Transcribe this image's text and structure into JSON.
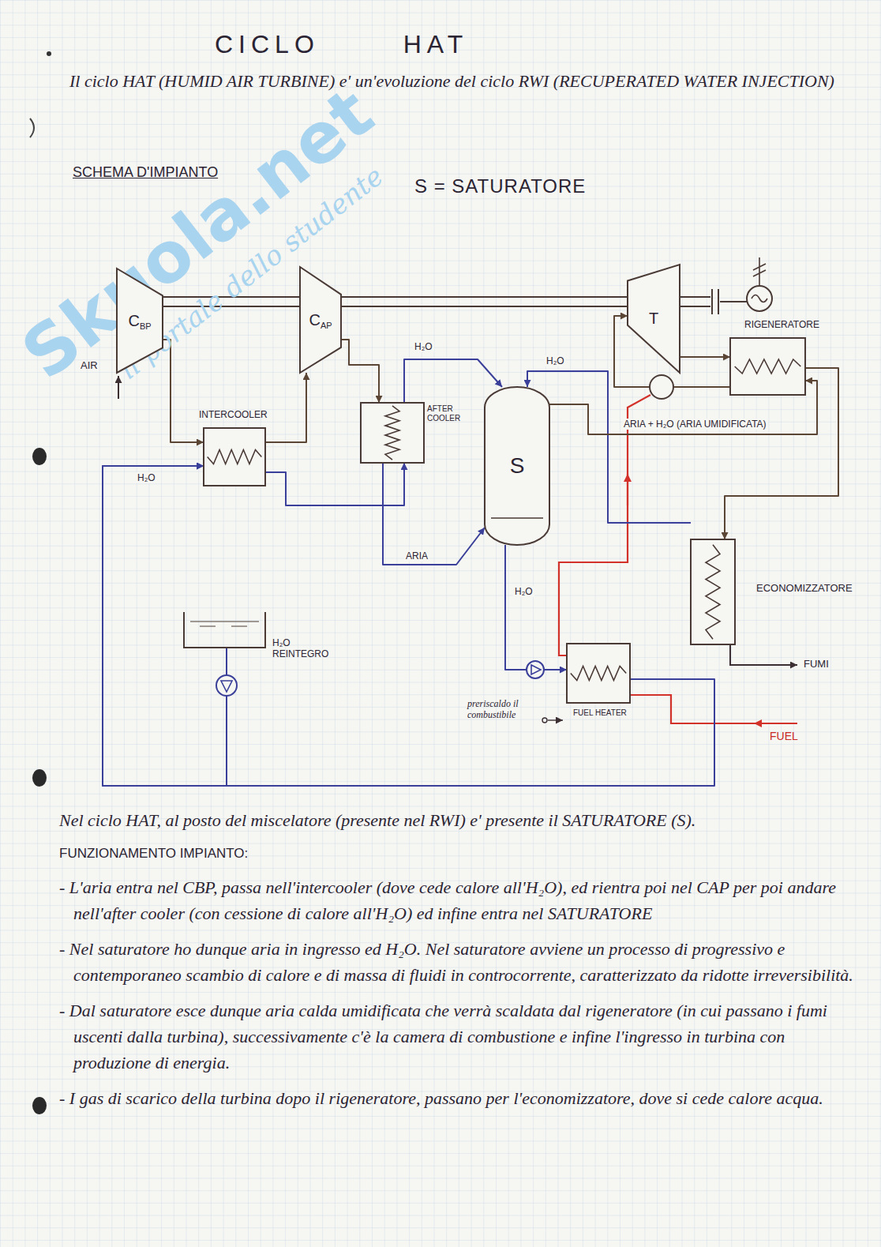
{
  "diagram": {
    "title": "CICLO HAT",
    "nodes": [
      {
        "text": [
          "C",
          "BP"
        ]
      },
      {
        "text": [
          "C",
          "AP"
        ]
      },
      {
        "text": [
          "T"
        ]
      },
      {
        "text": [
          "RIGENERATORE"
        ]
      },
      {
        "text": [
          "INTERCOOLER"
        ]
      },
      {
        "text": [
          "AFTER COOLER"
        ]
      },
      {
        "text": [
          "S"
        ]
      },
      {
        "text": [
          "ECONOMIZZATORE"
        ]
      },
      {
        "text": [
          "H₂O REINTEGRO"
        ]
      },
      {
        "text": [
          "FUEL HEATER"
        ]
      }
    ],
    "edges": [
      {
        "from": 0,
        "to": 4,
        "arrow": "to"
      },
      {
        "from": 4,
        "to": 1,
        "arrow": "to"
      },
      {
        "from": 1,
        "to": 5,
        "arrow": "to"
      },
      {
        "from": 5,
        "to": 6,
        "label": "ARIA",
        "arrow": "to"
      },
      {
        "from": 4,
        "to": 5,
        "arrow": "to"
      },
      {
        "from": 5,
        "to": 6,
        "label": "H₂O",
        "arrow": "to"
      },
      {
        "from": 7,
        "to": 6,
        "label": "H₂O",
        "arrow": "to"
      },
      {
        "from": 6,
        "to": 3,
        "label": "ARIA + H₂O (ARIA UMIDIFICATA)",
        "arrow": "to"
      },
      {
        "from": 3,
        "to": 2,
        "arrow": "to"
      },
      {
        "from": 2,
        "to": 3,
        "arrow": "to"
      },
      {
        "from": 3,
        "to": 7,
        "arrow": "to"
      },
      {
        "from": 6,
        "to": 9,
        "label": "H₂O",
        "arrow": "to"
      },
      {
        "from": 9,
        "to": 4,
        "label": "H₂O",
        "arrow": "to"
      },
      {
        "from": 8,
        "to": 4,
        "arrow": "to"
      }
    ],
    "labels": [
      "Il ciclo HAT (HUMID AIR TURBINE) e' un'evoluzione del ciclo RWI (RECUPERATED WATER INJECTION)",
      "SCHEMA D'IMPIANTO",
      "S = SATURATORE",
      "AIR",
      "FUMI",
      "FUEL",
      "preriscaldo il combustibile",
      "Skuola.net",
      "il portale dello studente",
      "Nel ciclo HAT, al posto del miscelatore (presente nel RWI) e' presente il SATURATORE (S).",
      "FUNZIONAMENTO IMPIANTO:",
      "- L'aria entra nel CBP, passa nell'intercooler (dove cede calore all'H₂O), ed rientra poi nel CAP per poi andare nell'after cooler (con cessione di calore all'H₂O) ed infine entra nel SATURATORE",
      "- Nel saturatore ho dunque aria in ingresso ed H₂O. Nel saturatore avviene un processo di progressivo e contemporaneo scambio di calore e di massa di fluidi in controcorrente, caratterizzato da ridotte irreversibilità.",
      "- Dal saturatore esce dunque aria calda umidificata che verrà scaldata dal rigeneratore (in cui passano i fumi uscenti dalla turbina), successivamente c'è la camera di combustione e infine l'ingresso in turbina con produzione di energia.",
      "- I gas di scarico della turbina dopo il rigeneratore, passano per l'economizzatore, dove si cede calore acqua."
    ]
  }
}
